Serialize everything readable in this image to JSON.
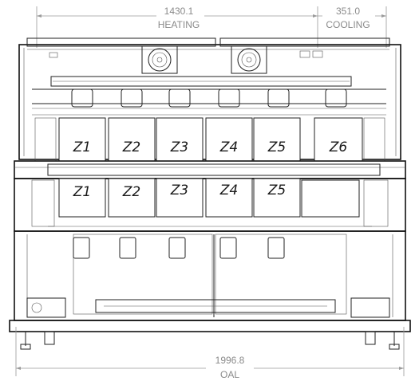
{
  "dimensions": {
    "heating": {
      "value": "1430.1",
      "label": "HEATING"
    },
    "cooling": {
      "value": "351.0",
      "label": "COOLING"
    },
    "overall": {
      "value": "1996.8",
      "label": "OAL"
    }
  },
  "upper_zones": [
    "Z1",
    "Z2",
    "Z3",
    "Z4",
    "Z5",
    "Z6"
  ],
  "lower_zones": [
    "Z1",
    "Z2",
    "Z3",
    "Z4",
    "Z5"
  ],
  "colors": {
    "line": "#222222",
    "dimension": "#8a8a8a",
    "background": "#ffffff"
  }
}
